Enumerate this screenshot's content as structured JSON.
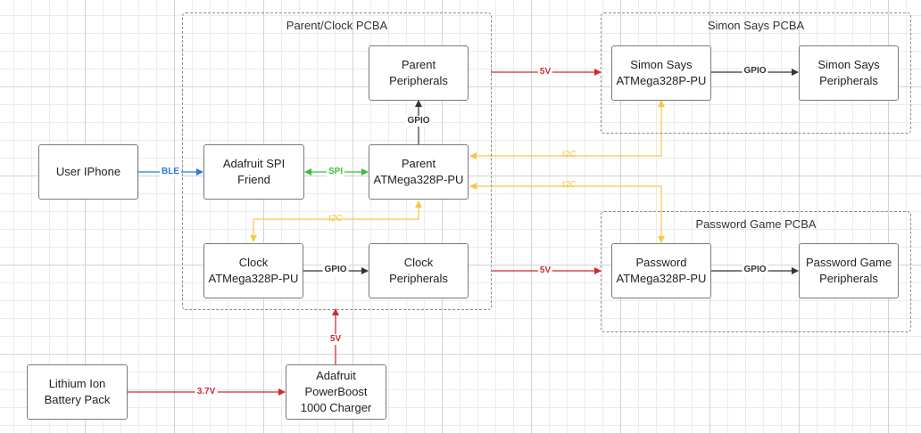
{
  "groups": {
    "parent_clock": {
      "title": "Parent/Clock PCBA"
    },
    "simon_says": {
      "title": "Simon Says PCBA"
    },
    "password_game": {
      "title": "Password Game PCBA"
    }
  },
  "blocks": {
    "user_iphone": [
      "User IPhone"
    ],
    "adafruit_spi_friend": [
      "Adafruit SPI",
      "Friend"
    ],
    "parent_peripherals": [
      "Parent",
      "Peripherals"
    ],
    "parent_mcu": [
      "Parent",
      "ATMega328P-PU"
    ],
    "clock_mcu": [
      "Clock",
      "ATMega328P-PU"
    ],
    "clock_peripherals": [
      "Clock",
      "Peripherals"
    ],
    "simon_mcu": [
      "Simon Says",
      "ATMega328P-PU"
    ],
    "simon_peripherals": [
      "Simon Says",
      "Peripherals"
    ],
    "password_mcu": [
      "Password",
      "ATMega328P-PU"
    ],
    "password_peripherals": [
      "Password Game",
      "Peripherals"
    ],
    "battery": [
      "Lithium Ion",
      "Battery Pack"
    ],
    "powerboost": [
      "Adafruit",
      "PowerBoost",
      "1000 Charger"
    ]
  },
  "connections": {
    "ble": "BLE",
    "spi": "SPI",
    "gpio_parent": "GPIO",
    "gpio_clock": "GPIO",
    "gpio_simon": "GPIO",
    "gpio_password": "GPIO",
    "i2c_clock": "I2C",
    "i2c_simon": "I2C",
    "i2c_password": "I2C",
    "power_simon": "5V",
    "power_password": "5V",
    "power_board": "5V",
    "power_battery": "3.7V"
  },
  "colors": {
    "power": "#d32a2a",
    "gpio": "#333333",
    "spi": "#3bbf3b",
    "ble": "#2a7bdc",
    "i2c": "#f5c84a"
  }
}
